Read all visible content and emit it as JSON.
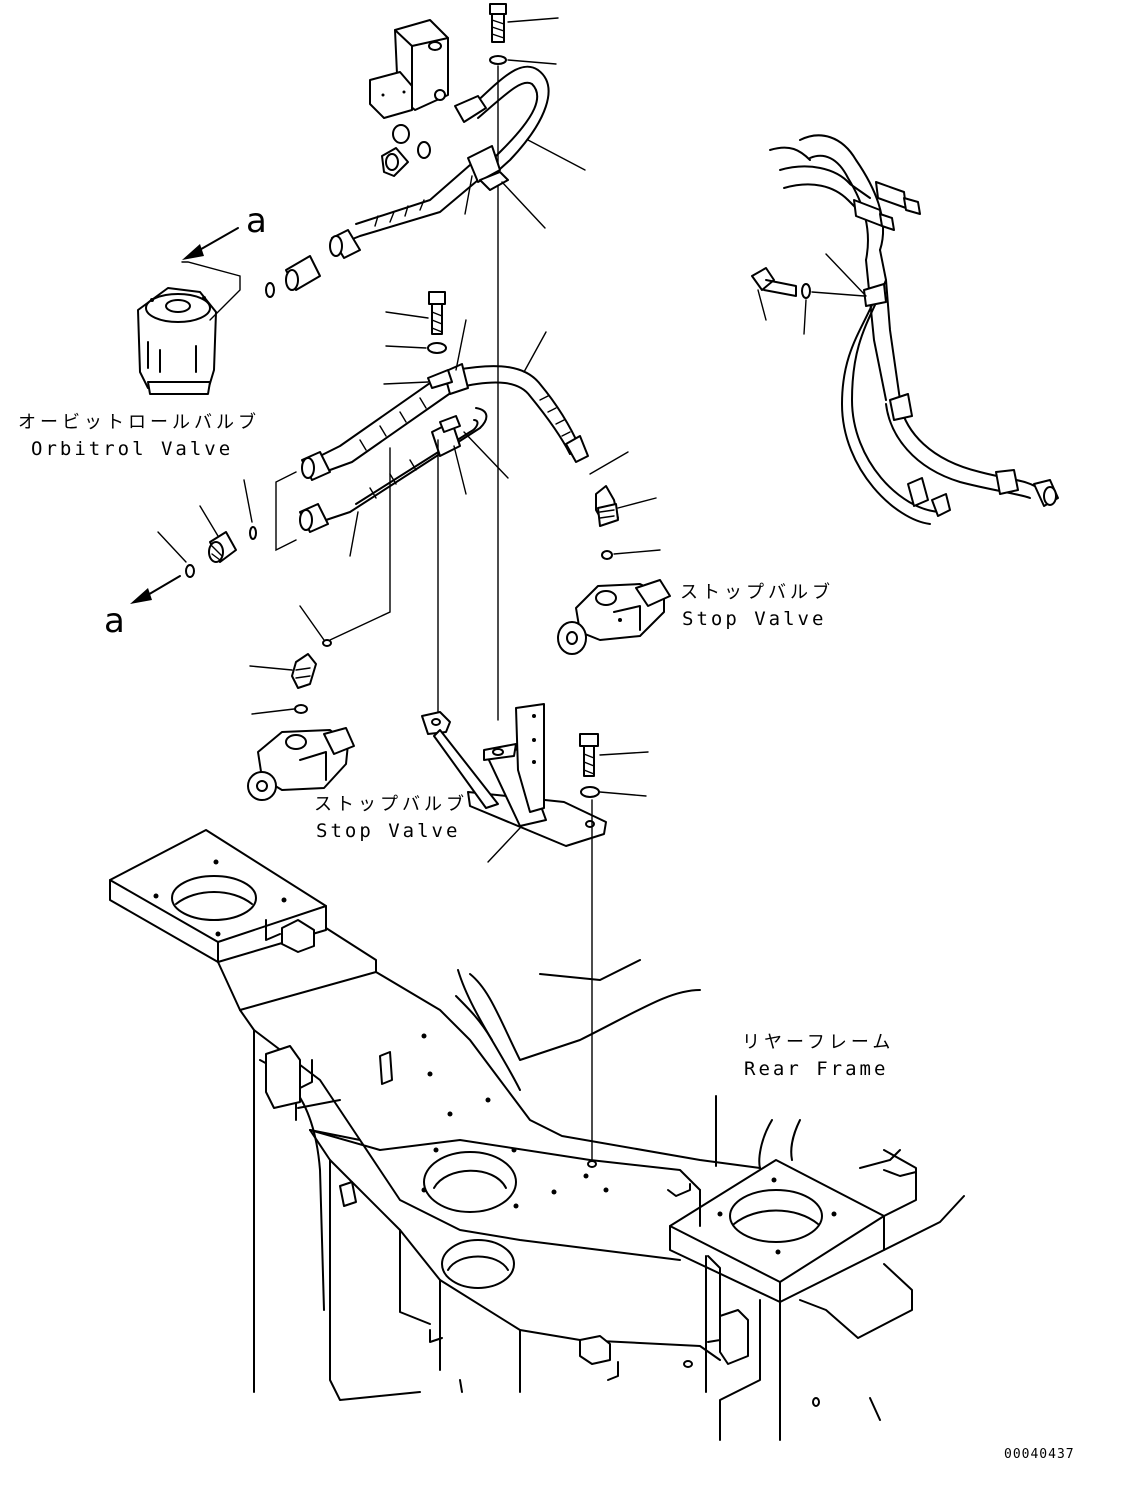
{
  "labels": {
    "orbitrol_valve_jp": "オービットロールバルブ",
    "orbitrol_valve_en": "Orbitrol Valve",
    "stop_valve_right_jp": "ストップバルブ",
    "stop_valve_right_en": "Stop Valve",
    "stop_valve_left_jp": "ストップバルブ",
    "stop_valve_left_en": "Stop Valve",
    "rear_frame_jp": "リヤーフレーム",
    "rear_frame_en": "Rear Frame",
    "ref_a_top": "a",
    "ref_a_bottom": "a",
    "figure_number": "00040437"
  }
}
